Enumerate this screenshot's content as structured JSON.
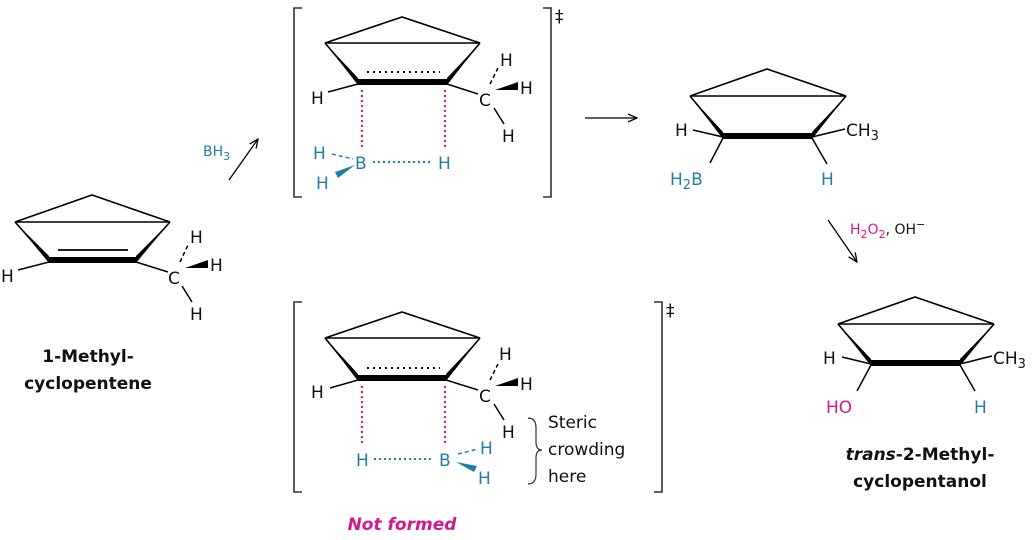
{
  "colors": {
    "bond": "#000000",
    "boron_blue": "#1f7fa8",
    "oxygen_pink": "#d4178c"
  },
  "reactant": {
    "name_line1": "1-Methyl-",
    "name_line2": "cyclopentene",
    "atoms": {
      "h_left": "H",
      "c": "C",
      "h_top": "H",
      "h_right": "H",
      "h_bottom": "H"
    }
  },
  "reagent1": {
    "text": "BH",
    "sub": "3"
  },
  "ts_top": {
    "dagger": "‡",
    "atoms": {
      "h_left": "H",
      "c": "C",
      "h_top": "H",
      "h_right": "H",
      "h_bottom": "H",
      "b": "B",
      "bh_top": "H",
      "bh_bottom": "H",
      "h_transfer": "H"
    }
  },
  "ts_bottom": {
    "dagger": "‡",
    "atoms": {
      "h_left": "H",
      "c": "C",
      "h_top": "H",
      "h_right": "H",
      "h_bottom": "H",
      "b": "B",
      "bh_top": "H",
      "bh_bottom": "H",
      "h_transfer": "H"
    },
    "note_lines": [
      "Steric",
      "crowding",
      "here"
    ],
    "status": "Not formed"
  },
  "intermediate": {
    "atoms": {
      "h_left": "H",
      "ch3": "CH",
      "ch3_sub": "3",
      "h2b": "H",
      "h2b_sub": "2",
      "h2b_b": "B",
      "h_bottom": "H"
    }
  },
  "reagent2": {
    "h2o2_h": "H",
    "h2o2_sub1": "2",
    "h2o2_o": "O",
    "h2o2_sub2": "2",
    "oh": ", OH",
    "charge": "−"
  },
  "product": {
    "name_italic": "trans",
    "name_rest": "-2-Methyl-",
    "name_line2": "cyclopentanol",
    "atoms": {
      "h_left": "H",
      "ch3": "CH",
      "ch3_sub": "3",
      "ho": "HO",
      "h_bottom": "H"
    }
  }
}
